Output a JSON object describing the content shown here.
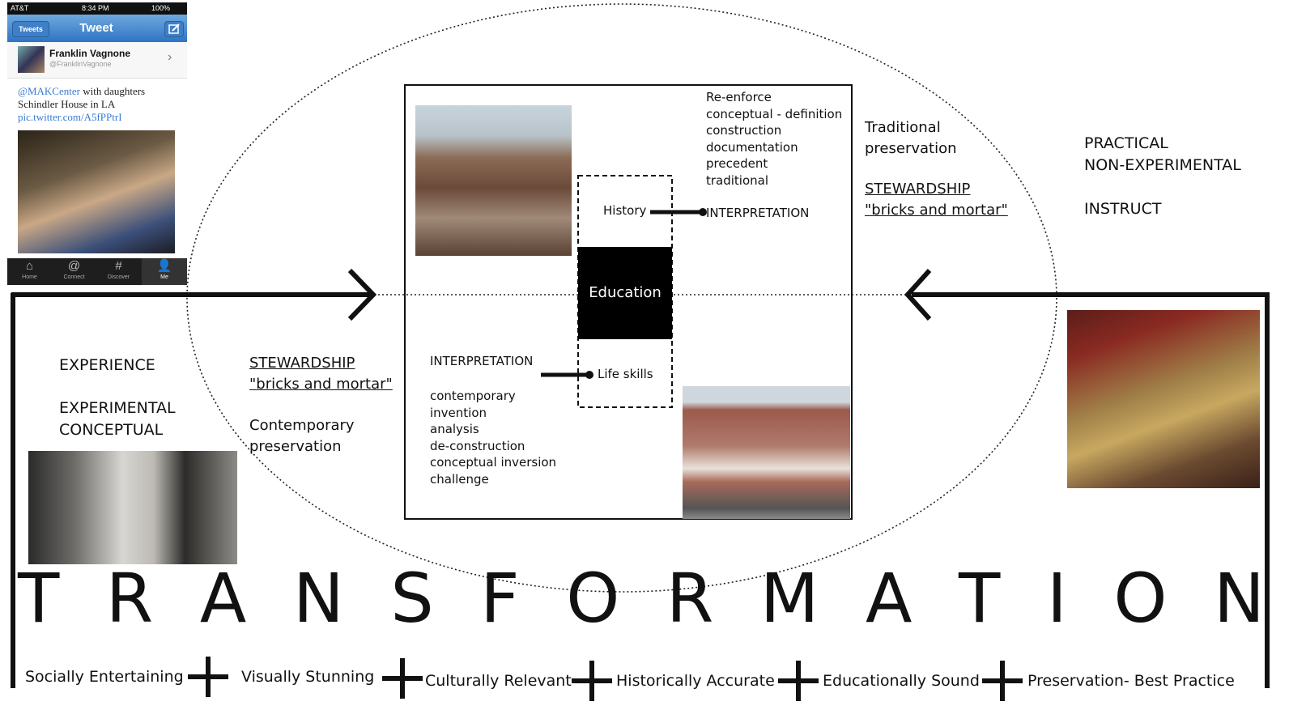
{
  "phone": {
    "carrier": "AT&T",
    "time": "8:34 PM",
    "battery": "100%",
    "back_label": "Tweets",
    "title": "Tweet",
    "user_name": "Franklin Vagnone",
    "user_handle": "@FranklinVagnone",
    "tweet_mention": "@MAKCenter",
    "tweet_text_1": " with daughters",
    "tweet_text_2": "Schindler House in LA",
    "tweet_link": "pic.twitter.com/A5fPPtrI",
    "tabs": [
      {
        "label": "Home",
        "glyph": "⌂"
      },
      {
        "label": "Connect",
        "glyph": "@"
      },
      {
        "label": "Discover",
        "glyph": "#"
      },
      {
        "label": "Me",
        "glyph": "👤"
      }
    ]
  },
  "diagram": {
    "center": "Education",
    "history": "History",
    "life_skills": "Life skills",
    "top_interpretation": "INTERPRETATION",
    "bottom_interpretation": "INTERPRETATION",
    "top_list": [
      "Re-enforce",
      "conceptual - definition",
      "construction",
      "documentation",
      "precedent",
      "traditional"
    ],
    "bottom_list": [
      "contemporary",
      "invention",
      "analysis",
      "de-construction",
      "conceptual inversion",
      "challenge"
    ],
    "right_inner": {
      "line1": "Traditional",
      "line2": "preservation",
      "stewardship": "STEWARDSHIP",
      "bricks": "\"bricks and mortar\""
    },
    "left_inner": {
      "stewardship": "STEWARDSHIP",
      "bricks": "\"bricks and mortar\"",
      "line1": "Contemporary",
      "line2": "preservation"
    },
    "right_outer": {
      "line1": "PRACTICAL",
      "line2": "NON-EXPERIMENTAL",
      "line3": "INSTRUCT"
    },
    "left_outer": {
      "line1": "EXPERIENCE",
      "line2": "EXPERIMENTAL",
      "line3": "CONCEPTUAL"
    },
    "transformation": [
      "T",
      "R",
      "A",
      "N",
      "S",
      "F",
      "O",
      "R",
      "M",
      "A",
      "T",
      "I",
      "O",
      "N"
    ],
    "bottom_terms": [
      "Socially Entertaining",
      "Visually Stunning",
      "Culturally Relevant",
      "Historically Accurate",
      "Educationally Sound",
      "Preservation- Best Practice"
    ]
  }
}
